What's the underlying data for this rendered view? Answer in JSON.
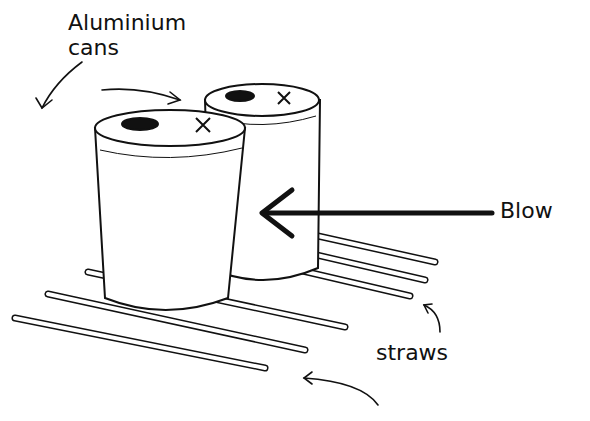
{
  "diagram": {
    "labels": [
      "Aluminium cans",
      "Blow",
      "straws"
    ]
  }
}
